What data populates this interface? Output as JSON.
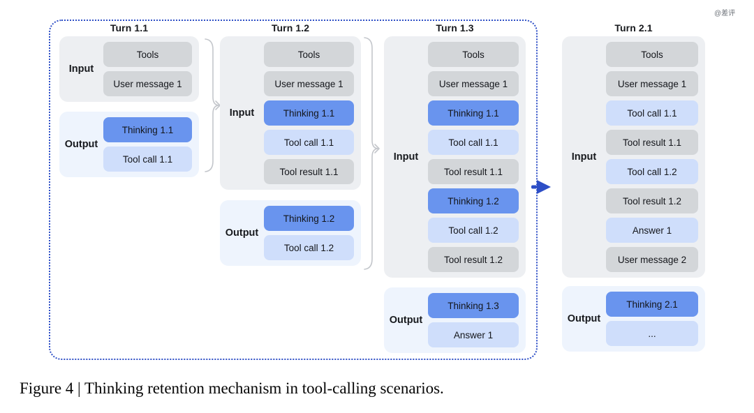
{
  "figure": {
    "caption": "Figure 4 | Thinking retention mechanism in tool-calling scenarios.",
    "watermark": "@差评"
  },
  "colors": {
    "thinking_box": "#6994ee",
    "tool_call_box": "#cfdefb",
    "context_box": "#d3d6d9",
    "input_group_bg": "#edeff2",
    "output_group_bg": "#eef4fd",
    "dotted_frame": "#2d4ec6",
    "bracket": "#c3c6cb"
  },
  "turns": [
    {
      "title": "Turn 1.1",
      "input_label": "Input",
      "output_label": "Output",
      "input": [
        {
          "label": "Tools",
          "kind": "context"
        },
        {
          "label": "User message 1",
          "kind": "context"
        }
      ],
      "output": [
        {
          "label": "Thinking 1.1",
          "kind": "thinking"
        },
        {
          "label": "Tool call 1.1",
          "kind": "tool_call"
        }
      ]
    },
    {
      "title": "Turn 1.2",
      "input_label": "Input",
      "output_label": "Output",
      "input": [
        {
          "label": "Tools",
          "kind": "context"
        },
        {
          "label": "User message 1",
          "kind": "context"
        },
        {
          "label": "Thinking 1.1",
          "kind": "thinking"
        },
        {
          "label": "Tool call 1.1",
          "kind": "tool_call"
        },
        {
          "label": "Tool result 1.1",
          "kind": "context"
        }
      ],
      "output": [
        {
          "label": "Thinking 1.2",
          "kind": "thinking"
        },
        {
          "label": "Tool call 1.2",
          "kind": "tool_call"
        }
      ]
    },
    {
      "title": "Turn 1.3",
      "input_label": "Input",
      "output_label": "Output",
      "input": [
        {
          "label": "Tools",
          "kind": "context"
        },
        {
          "label": "User message 1",
          "kind": "context"
        },
        {
          "label": "Thinking 1.1",
          "kind": "thinking"
        },
        {
          "label": "Tool call 1.1",
          "kind": "tool_call"
        },
        {
          "label": "Tool result 1.1",
          "kind": "context"
        },
        {
          "label": "Thinking 1.2",
          "kind": "thinking"
        },
        {
          "label": "Tool call 1.2",
          "kind": "tool_call"
        },
        {
          "label": "Tool result 1.2",
          "kind": "context"
        }
      ],
      "output": [
        {
          "label": "Thinking 1.3",
          "kind": "thinking"
        },
        {
          "label": "Answer 1",
          "kind": "answer"
        }
      ]
    },
    {
      "title": "Turn 2.1",
      "input_label": "Input",
      "output_label": "Output",
      "input": [
        {
          "label": "Tools",
          "kind": "context"
        },
        {
          "label": "User message 1",
          "kind": "context"
        },
        {
          "label": "Tool call 1.1",
          "kind": "tool_call"
        },
        {
          "label": "Tool result 1.1",
          "kind": "context"
        },
        {
          "label": "Tool call 1.2",
          "kind": "tool_call"
        },
        {
          "label": "Tool result 1.2",
          "kind": "context"
        },
        {
          "label": "Answer 1",
          "kind": "answer"
        },
        {
          "label": "User message 2",
          "kind": "context"
        }
      ],
      "output": [
        {
          "label": "Thinking 2.1",
          "kind": "thinking"
        },
        {
          "label": "...",
          "kind": "ellipsis"
        }
      ]
    }
  ]
}
